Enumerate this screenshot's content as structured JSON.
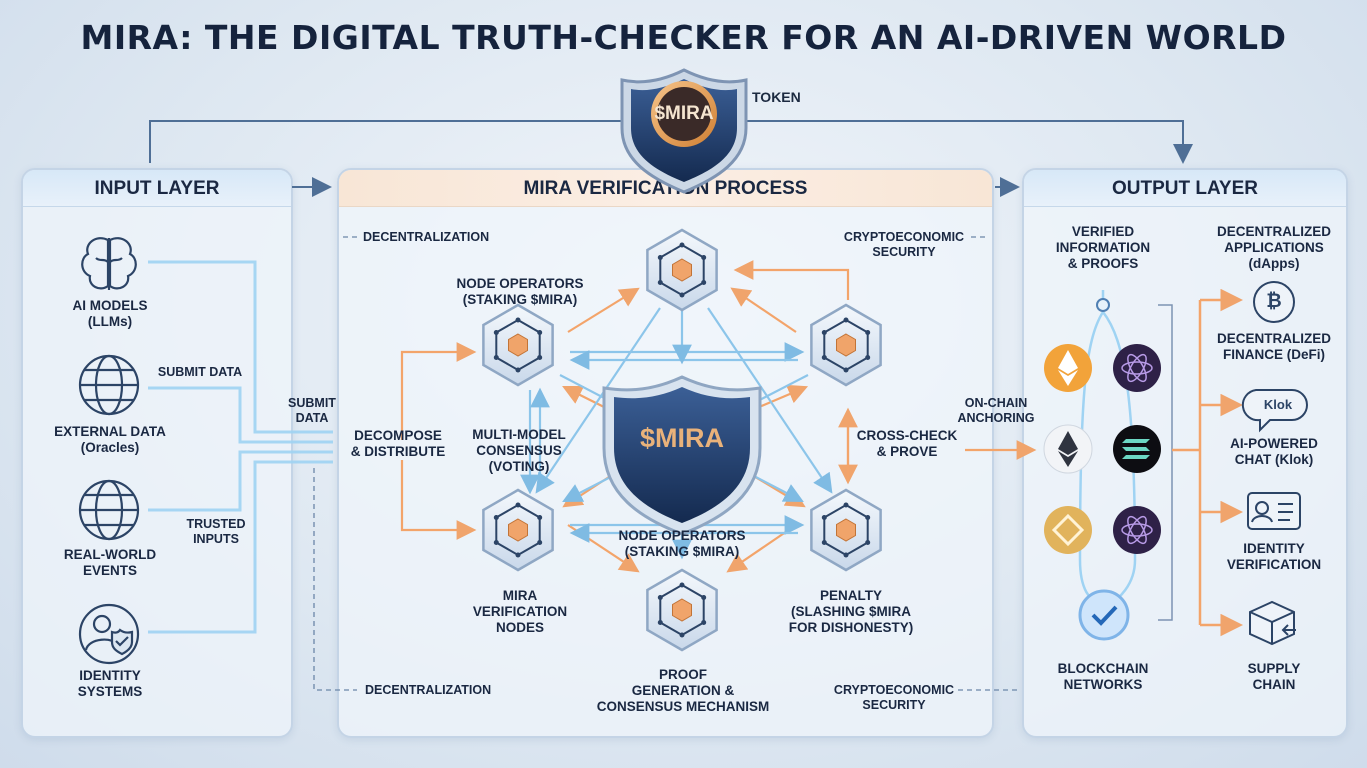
{
  "title": "MIRA: THE DIGITAL TRUTH-CHECKER FOR AN AI-DRIVEN WORLD",
  "token": {
    "symbol": "$MIRA",
    "label": "TOKEN"
  },
  "input_layer": {
    "heading": "INPUT LAYER",
    "sources": [
      {
        "label": "AI MODELS\n(LLMs)",
        "icon": "brain-icon"
      },
      {
        "label": "EXTERNAL DATA\n(Oracles)",
        "icon": "globe-icon"
      },
      {
        "label": "REAL-WORLD\nEVENTS",
        "icon": "globe-icon"
      },
      {
        "label": "IDENTITY\nSYSTEMS",
        "icon": "user-shield-icon"
      }
    ],
    "flow_labels": {
      "submit_data": "SUBMIT DATA",
      "trusted_inputs": "TRUSTED\nINPUTS"
    }
  },
  "verification": {
    "heading": "MIRA VERIFICATION PROCESS",
    "center_token": "$MIRA",
    "submit_data": "SUBMIT\nDATA",
    "decompose": "DECOMPOSE\n& DISTRIBUTE",
    "node_operators_top": "NODE OPERATORS\n(STAKING $MIRA)",
    "multi_model": "MULTI-MODEL\nCONSENSUS\n(VOTING)",
    "node_operators_bottom": "NODE OPERATORS\n(STAKING $MIRA)",
    "cross_check": "CROSS-CHECK\n& PROVE",
    "verification_nodes": "MIRA\nVERIFICATION\nNODES",
    "proof": "PROOF\nGENERATION &\nCONSENSUS MECHANISM",
    "penalty": "PENALTY\n(SLASHING $MIRA\nFOR DISHONESTY)",
    "decentralization_top": "DECENTRALIZATION",
    "decentralization_bottom": "DECENTRALIZATION",
    "crypto_top": "CRYPTOECONOMIC\nSECURITY",
    "crypto_bottom": "CRYPTOECONOMIC\nSECURITY",
    "on_chain": "ON-CHAIN\nANCHORING"
  },
  "output_layer": {
    "heading": "OUTPUT LAYER",
    "verified_info": "VERIFIED\nINFORMATION\n& PROOFS",
    "dapps": "DECENTRALIZED\nAPPLICATIONS\n(dApps)",
    "blockchain": "BLOCKCHAIN\nNETWORKS",
    "chain_icons": [
      "ethereum-orange-icon",
      "cosmos-icon",
      "ethereum-icon",
      "solana-icon",
      "bnb-icon",
      "cosmos-icon",
      "checkmark-badge-icon"
    ],
    "applications": [
      {
        "label": "DECENTRALIZED\nFINANCE (DeFi)",
        "icon": "bitcoin-icon"
      },
      {
        "label": "AI-POWERED\nCHAT (Klok)",
        "icon": "chat-bubble-icon",
        "badge": "Klok"
      },
      {
        "label": "IDENTITY\nVERIFICATION",
        "icon": "id-card-icon"
      },
      {
        "label": "SUPPLY\nCHAIN",
        "icon": "package-icon"
      }
    ]
  },
  "colors": {
    "orange": "#f3a46a",
    "blue": "#8cc5ea",
    "navy": "#1f3a66",
    "gold": "#e39a4a"
  }
}
